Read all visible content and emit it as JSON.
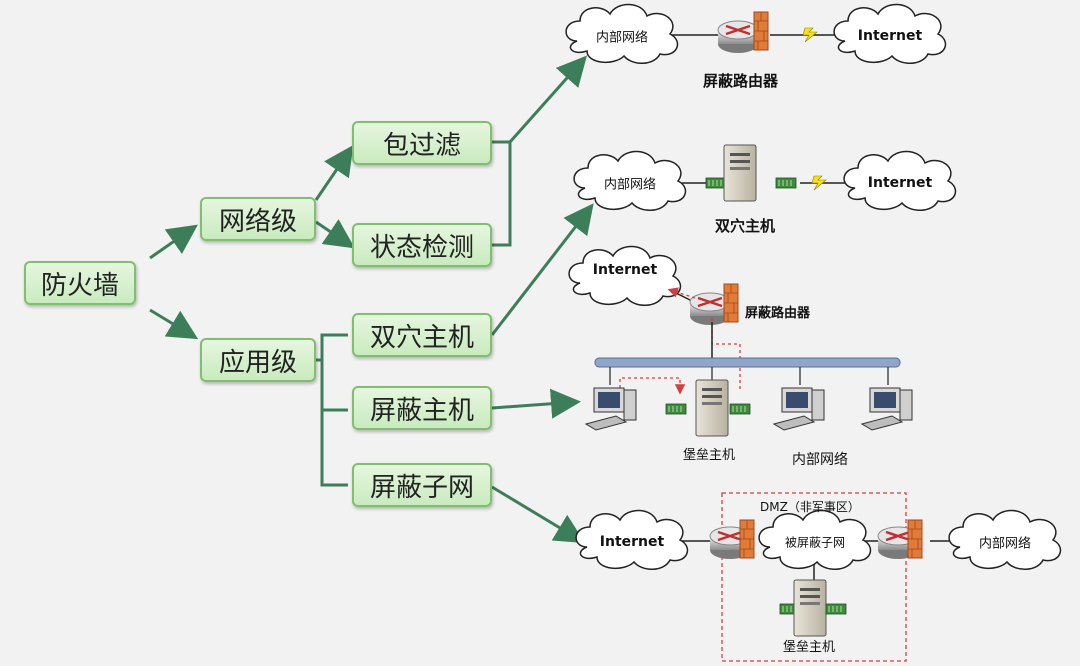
{
  "tree": {
    "root": "防火墙",
    "level1": [
      "网络级",
      "应用级"
    ],
    "network_children": [
      "包过滤",
      "状态检测"
    ],
    "application_children": [
      "双穴主机",
      "屏蔽主机",
      "屏蔽子网"
    ]
  },
  "topologies": {
    "screening_router": {
      "internal_net": "内部网络",
      "internet": "Internet",
      "device_label": "屏蔽路由器"
    },
    "dual_homed": {
      "internal_net": "内部网络",
      "internet": "Internet",
      "device_label": "双穴主机"
    },
    "screened_host": {
      "internet": "Internet",
      "router_label": "屏蔽路由器",
      "bastion_label": "堡垒主机",
      "internal_net_label": "内部网络"
    },
    "screened_subnet": {
      "internet": "Internet",
      "internal_net": "内部网络",
      "dmz_title": "DMZ（非军事区）",
      "subnet": "被屏蔽子网",
      "bastion_label": "堡垒主机"
    }
  },
  "colors": {
    "arrow": "#3d7e5a",
    "box_border": "#7fbf6e",
    "box_fill": "#d4efca",
    "dashed_red": "#d04040",
    "bus": "#8fa6c9"
  }
}
